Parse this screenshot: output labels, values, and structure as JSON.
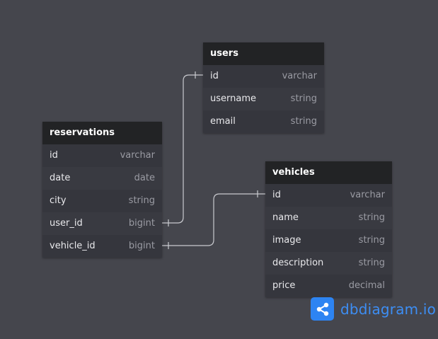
{
  "colors": {
    "background": "#45464d",
    "header": "#222325",
    "connector": "#c9cacf",
    "brand": "#2d84f2"
  },
  "tables": {
    "users": {
      "name": "users",
      "columns": [
        {
          "name": "id",
          "type": "varchar"
        },
        {
          "name": "username",
          "type": "string"
        },
        {
          "name": "email",
          "type": "string"
        }
      ]
    },
    "reservations": {
      "name": "reservations",
      "columns": [
        {
          "name": "id",
          "type": "varchar"
        },
        {
          "name": "date",
          "type": "date"
        },
        {
          "name": "city",
          "type": "string"
        },
        {
          "name": "user_id",
          "type": "bigint"
        },
        {
          "name": "vehicle_id",
          "type": "bigint"
        }
      ]
    },
    "vehicles": {
      "name": "vehicles",
      "columns": [
        {
          "name": "id",
          "type": "varchar"
        },
        {
          "name": "name",
          "type": "string"
        },
        {
          "name": "image",
          "type": "string"
        },
        {
          "name": "description",
          "type": "string"
        },
        {
          "name": "price",
          "type": "decimal"
        }
      ]
    }
  },
  "relationships": [
    {
      "from": "reservations.user_id",
      "to": "users.id"
    },
    {
      "from": "reservations.vehicle_id",
      "to": "vehicles.id"
    }
  ],
  "branding": {
    "logo_text": "dbdiagram.io",
    "logo_icon": "share-nodes-icon"
  }
}
